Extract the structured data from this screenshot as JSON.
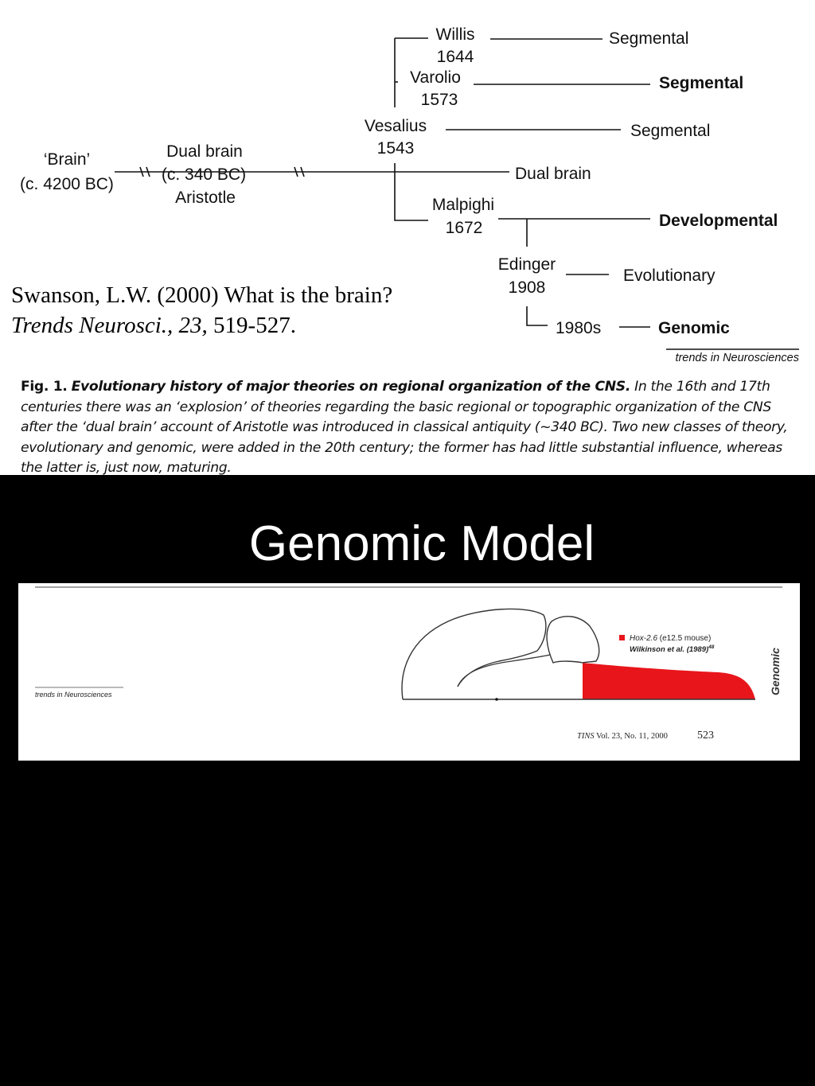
{
  "diagram": {
    "nodes": {
      "willis": {
        "name": "Willis",
        "year": "1644",
        "theory": "Segmental"
      },
      "varolio": {
        "name": "Varolio",
        "year": "1573",
        "theory": "Segmental"
      },
      "vesalius": {
        "name": "Vesalius",
        "year": "1543",
        "theory": "Segmental"
      },
      "brain": {
        "name": "‘Brain’",
        "date": "(c. 4200 BC)"
      },
      "aristotle": {
        "line1": "Dual brain",
        "line2": "(c. 340 BC)",
        "line3": "Aristotle",
        "theory": "Dual brain"
      },
      "malpighi": {
        "name": "Malpighi",
        "year": "1672",
        "theory": "Developmental"
      },
      "edinger": {
        "name": "Edinger",
        "year": "1908",
        "theory": "Evolutionary"
      },
      "modern": {
        "year": "1980s",
        "theory": "Genomic"
      }
    },
    "journal_credit": "trends in Neurosciences"
  },
  "citation": {
    "line1": "Swanson, L.W. (2000) What is the brain?",
    "journal": "Trends Neurosci., 23,",
    "pages": " 519-527."
  },
  "caption": {
    "label": "Fig. 1.",
    "title": "Evolutionary history of major theories on regional organization of the CNS.",
    "body": "In the 16th and 17th centuries there was an ‘explosion’ of theories regarding the basic regional or topographic organization of the CNS after the ‘dual brain’ account of Aristotle was introduced in classical antiquity (~340 BC). Two new classes of theory, evolutionary and genomic, were added in the 20th century; the former has had little substantial influence, whereas the latter is, just now, maturing."
  },
  "slide_title": "Genomic Model",
  "genomic_figure": {
    "journal_credit": "trends in Neurosciences",
    "legend_gene": "Hox-2.6",
    "legend_stage": " (e12.5 mouse)",
    "legend_ref": "Wilkinson et al. (1989)",
    "legend_ref_num": "48",
    "side_label": "Genomic",
    "footer_journal": "TINS",
    "footer_volume": " Vol. 23, No. 11, 2000",
    "footer_page": "523",
    "highlight_color": "#e8161b"
  }
}
